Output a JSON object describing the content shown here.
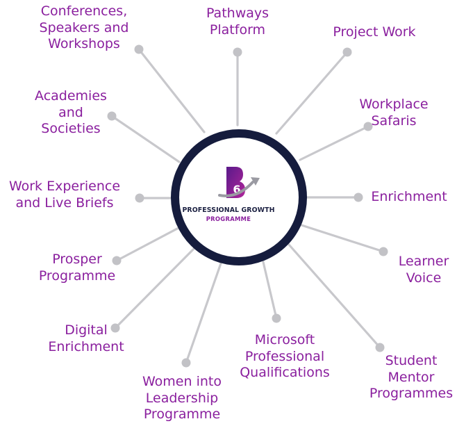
{
  "logo": {
    "title": "PROFESSIONAL GROWTH",
    "subtitle": "PROGRAMME",
    "glyph": "6"
  },
  "colors": {
    "label": "#8a1f9e",
    "ring": "#151c3d",
    "spoke": "#c8c8cc"
  },
  "nodes": [
    {
      "id": "conferences",
      "lines": [
        "Conferences,",
        "Speakers and",
        "Workshops"
      ]
    },
    {
      "id": "pathways",
      "lines": [
        "Pathways",
        "Platform"
      ]
    },
    {
      "id": "project-work",
      "lines": [
        "Project Work"
      ]
    },
    {
      "id": "workplace-safaris",
      "lines": [
        "Workplace",
        "Safaris"
      ]
    },
    {
      "id": "enrichment",
      "lines": [
        "Enrichment"
      ]
    },
    {
      "id": "learner-voice",
      "lines": [
        "Learner",
        "Voice"
      ]
    },
    {
      "id": "student-mentor",
      "lines": [
        "Student",
        "Mentor",
        "Programmes"
      ]
    },
    {
      "id": "microsoft",
      "lines": [
        "Microsoft",
        "Professional",
        "Qualifications"
      ]
    },
    {
      "id": "women-leadership",
      "lines": [
        "Women into",
        "Leadership",
        "Programme"
      ]
    },
    {
      "id": "digital-enrichment",
      "lines": [
        "Digital",
        "Enrichment"
      ]
    },
    {
      "id": "prosper",
      "lines": [
        "Prosper",
        "Programme"
      ]
    },
    {
      "id": "work-experience",
      "lines": [
        "Work Experience",
        "and Live Briefs"
      ]
    },
    {
      "id": "academies",
      "lines": [
        "Academies",
        "and",
        "Societies"
      ]
    }
  ]
}
